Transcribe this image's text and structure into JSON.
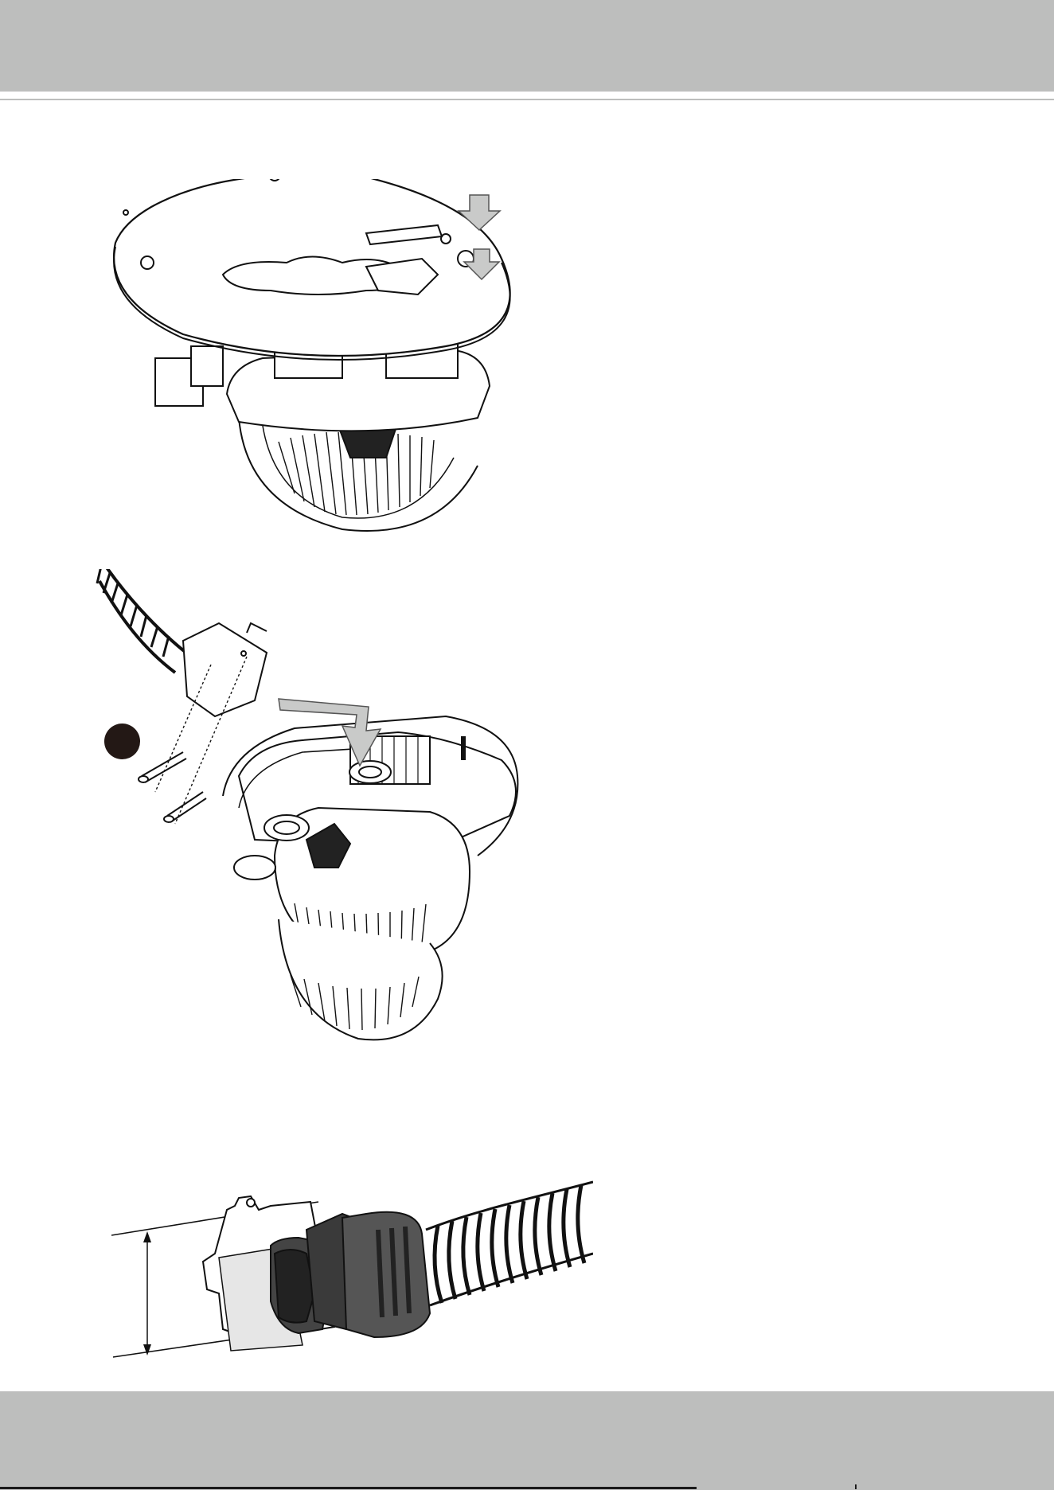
{
  "page": {
    "header_band_color": "#bdbebd",
    "footer_band_color": "#bdbebd",
    "rule_color": "#bdbebd"
  },
  "figures": [
    {
      "id": "mounting-plate-seal",
      "icons": [
        "arrow-down-icon",
        "arrow-down-icon"
      ]
    },
    {
      "id": "conduit-adapter-install",
      "icons": [
        "bent-arrow-icon",
        "step-marker-icon"
      ]
    },
    {
      "id": "conduit-fitting-detail",
      "icons": [
        "dimension-arrow-icon"
      ]
    }
  ]
}
